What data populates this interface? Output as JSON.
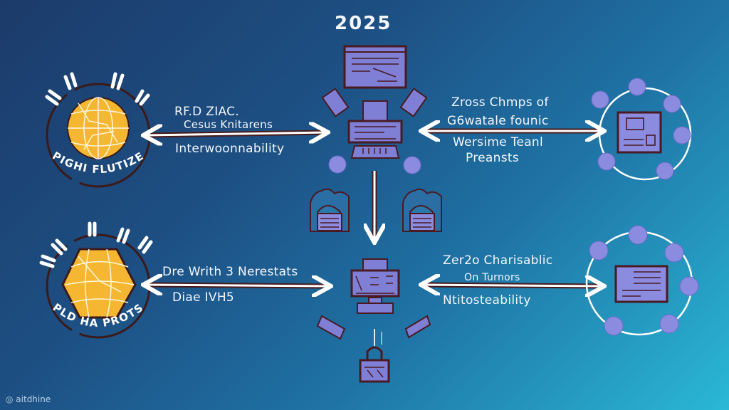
{
  "title": "2025",
  "colors": {
    "bg_start": "#1c3b6a",
    "bg_end": "#2ab8d6",
    "node_fill": "#f5b731",
    "node_stroke": "#3a1a1a",
    "device_fill": "#7f7fd6",
    "device_stroke": "#4a1a22",
    "arrow": "#ffffff",
    "text": "#f4f6fb"
  },
  "left_nodes": [
    {
      "shape": "globe",
      "caption": "PIGHI FLUTIZE"
    },
    {
      "shape": "hexagon-globe",
      "caption": "PLD HA PROTS"
    }
  ],
  "arrow_labels": {
    "top_left": {
      "line1": "RF.D ZIAC.",
      "line2": "Cesus Knitarens",
      "line3": "Interwoonnability"
    },
    "top_right": {
      "line1": "Zross Chmps of",
      "line2": "G6watale founic",
      "line3": "Wersime Teanl",
      "line4": "Preansts"
    },
    "bottom_left": {
      "line1": "Dre Writh 3 Nerestats",
      "line2": "Diae IVH5"
    },
    "bottom_right": {
      "line1": "Zer2o Charisablic",
      "line2": "On Turnors",
      "line3": "Ntitosteability"
    }
  },
  "center_icons": [
    "browser-window",
    "computer-top",
    "stack-left",
    "stack-right",
    "computer-bottom",
    "padlock"
  ],
  "right_clusters": [
    {
      "center": "document",
      "satellites": 6
    },
    {
      "center": "document",
      "satellites": 6
    }
  ],
  "watermark": "aitdhine"
}
